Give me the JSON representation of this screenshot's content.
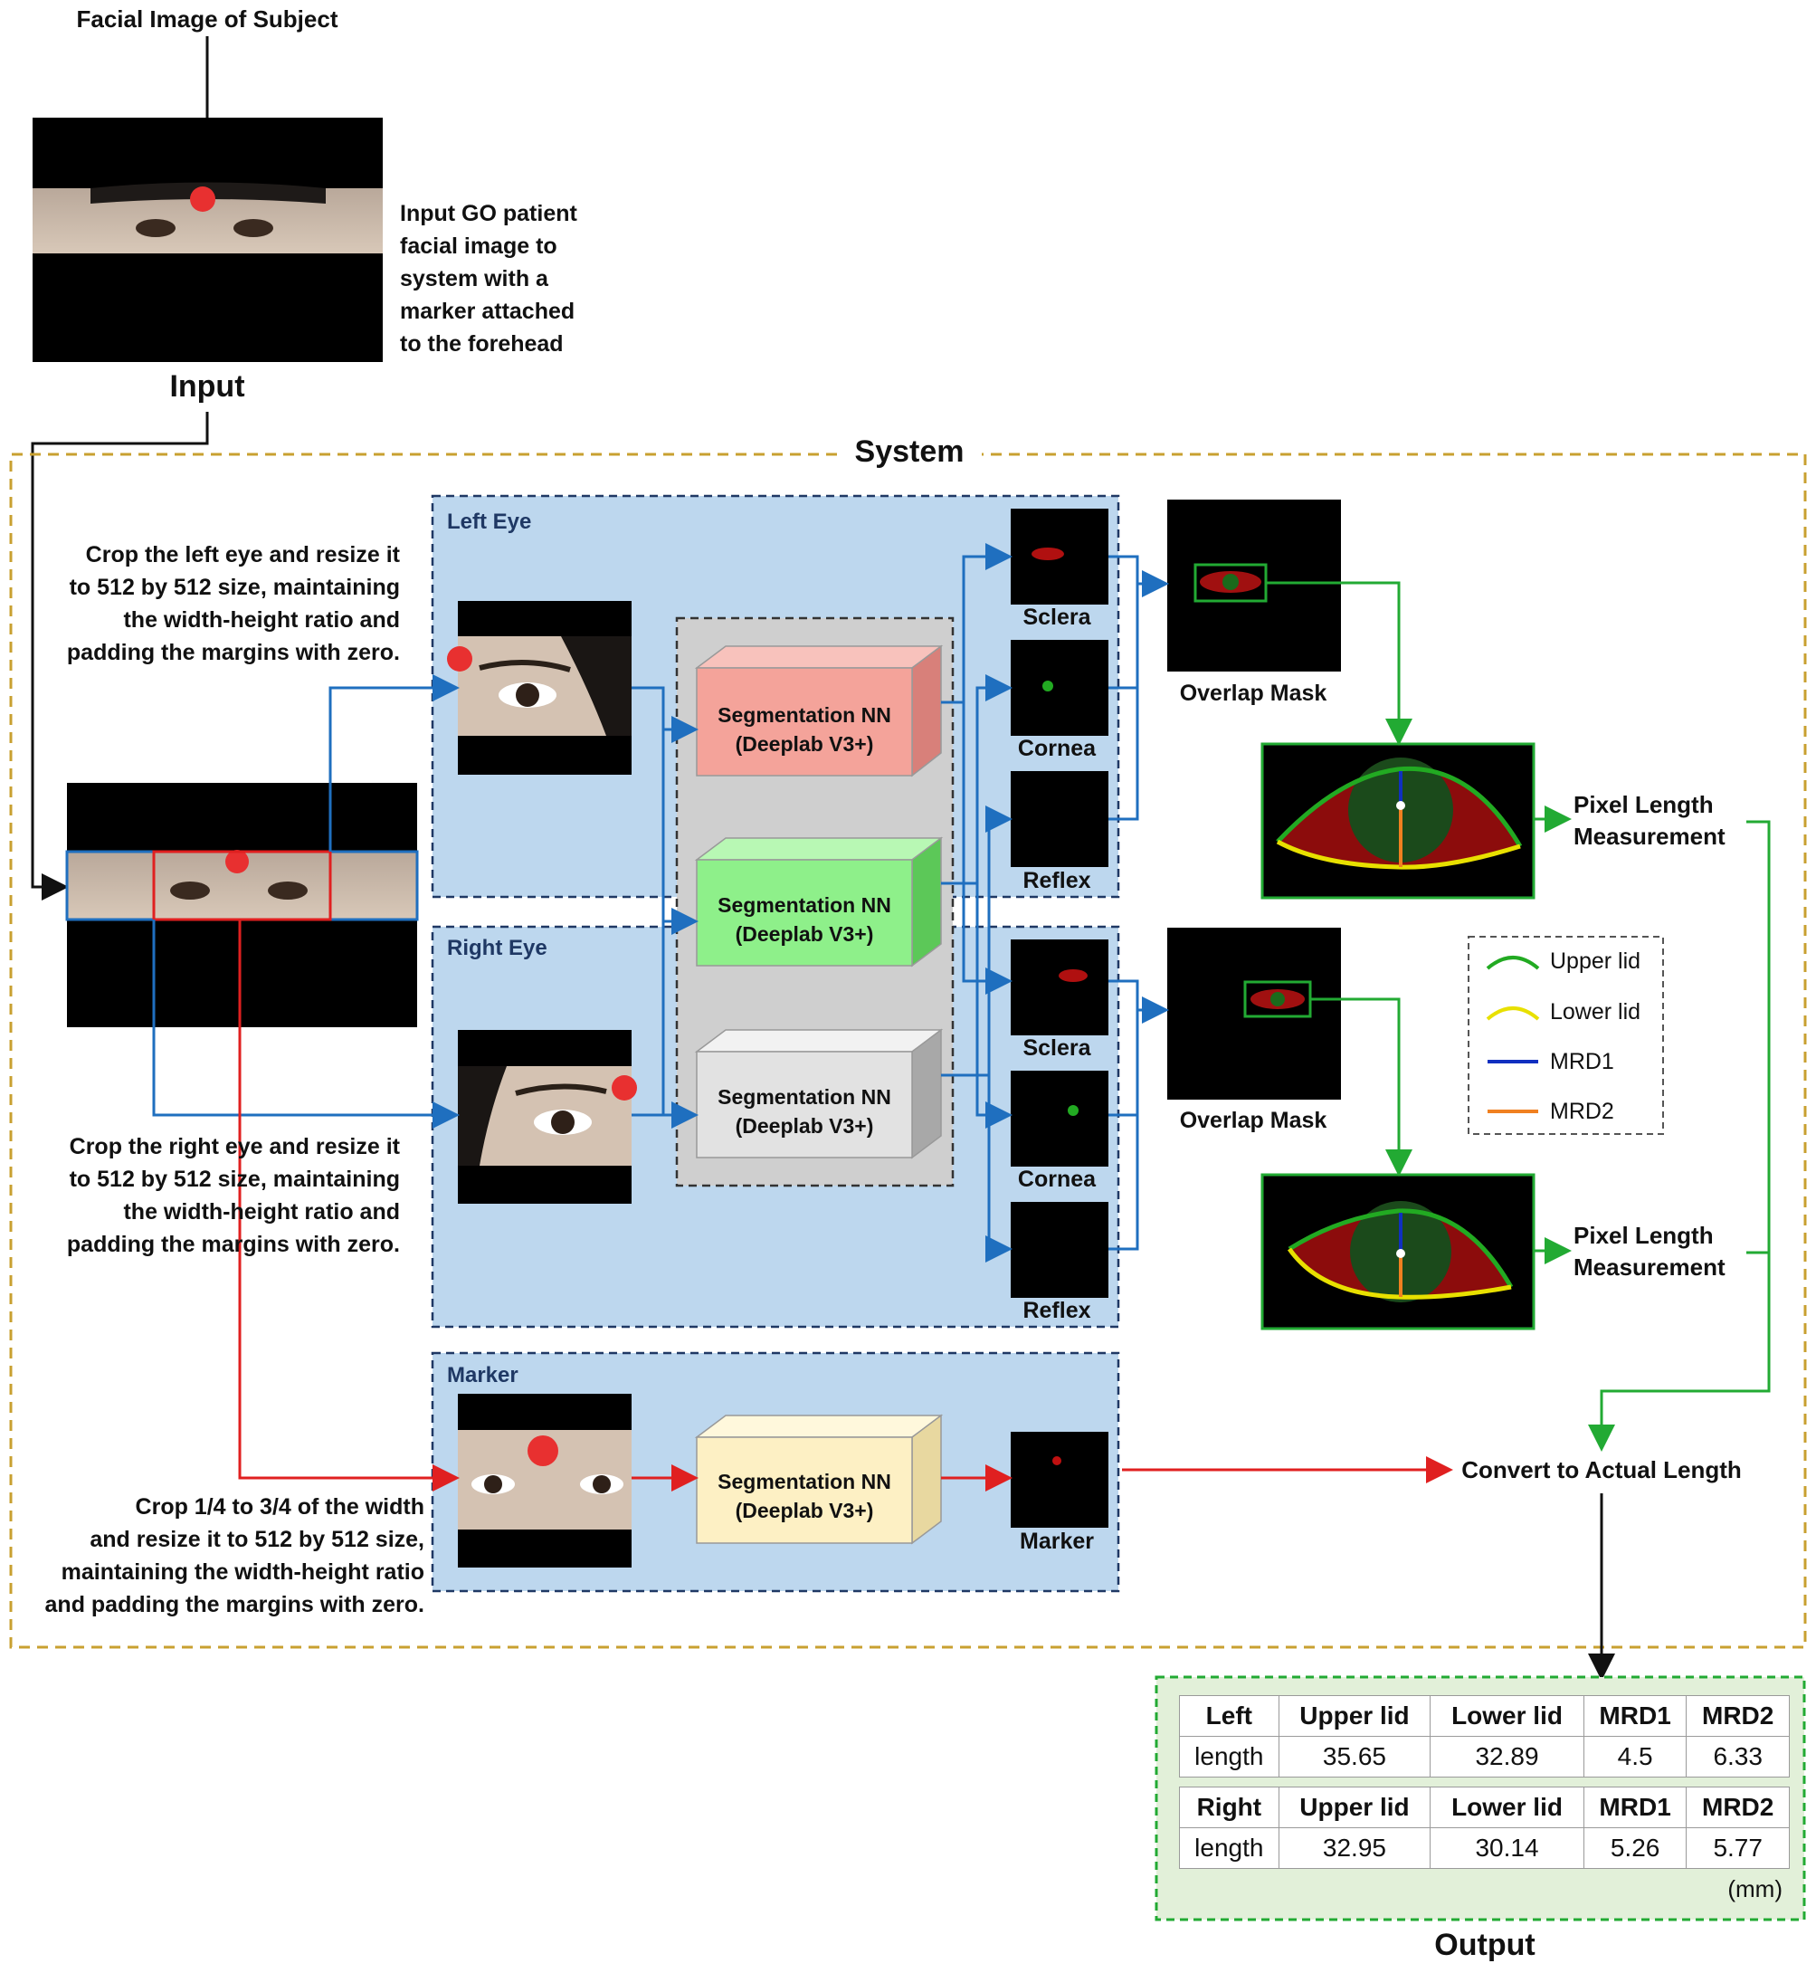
{
  "input": {
    "caption": "Facial Image of Subject",
    "title": "Input",
    "description": [
      "Input GO patient",
      "facial image to",
      "system with a",
      "marker attached",
      "to the forehead"
    ]
  },
  "system": {
    "title": "System",
    "left_eye_label": "Left Eye",
    "right_eye_label": "Right Eye",
    "marker_label": "Marker",
    "crop_left_text": [
      "Crop the left eye and resize it",
      "to 512 by 512 size, maintaining",
      "the width-height ratio and",
      "padding the margins with zero."
    ],
    "crop_right_text": [
      "Crop the right eye and resize it",
      "to 512 by 512 size, maintaining",
      "the width-height ratio and",
      "padding the margins with zero."
    ],
    "crop_marker_text": [
      "Crop 1/4 to 3/4 of the width",
      "and resize it to 512 by 512 size,",
      "maintaining the width-height ratio",
      "and padding the margins with zero."
    ],
    "nn_label_1": "Segmentation NN",
    "nn_label_2": "(Deeplab V3+)",
    "mask_labels": [
      "Sclera",
      "Cornea",
      "Reflex"
    ],
    "marker_mask_label": "Marker",
    "overlap_label": "Overlap Mask",
    "measure_label": [
      "Pixel Length",
      "Measurement"
    ],
    "convert_label": "Convert to Actual Length"
  },
  "legend": {
    "items": [
      {
        "label": "Upper lid",
        "color": "#22aa22"
      },
      {
        "label": "Lower lid",
        "color": "#e8e000"
      },
      {
        "label": "MRD1",
        "color": "#1030c0"
      },
      {
        "label": "MRD2",
        "color": "#f08020"
      }
    ]
  },
  "colors": {
    "nn_red": "#f4a39a",
    "nn_green": "#8ef08a",
    "nn_gray": "#e2e2e2",
    "nn_yellow": "#fdf0c4",
    "panel_blue": "#bdd7ee",
    "blue_arrow": "#1f6fbf",
    "green_arrow": "#22aa33",
    "red_arrow": "#e02020",
    "system_border": "#c8a030"
  },
  "output": {
    "title": "Output",
    "unit": "(mm)",
    "left": {
      "header": [
        "Left",
        "Upper lid",
        "Lower lid",
        "MRD1",
        "MRD2"
      ],
      "row": [
        "length",
        "35.65",
        "32.89",
        "4.5",
        "6.33"
      ]
    },
    "right": {
      "header": [
        "Right",
        "Upper lid",
        "Lower lid",
        "MRD1",
        "MRD2"
      ],
      "row": [
        "length",
        "32.95",
        "30.14",
        "5.26",
        "5.77"
      ]
    }
  }
}
